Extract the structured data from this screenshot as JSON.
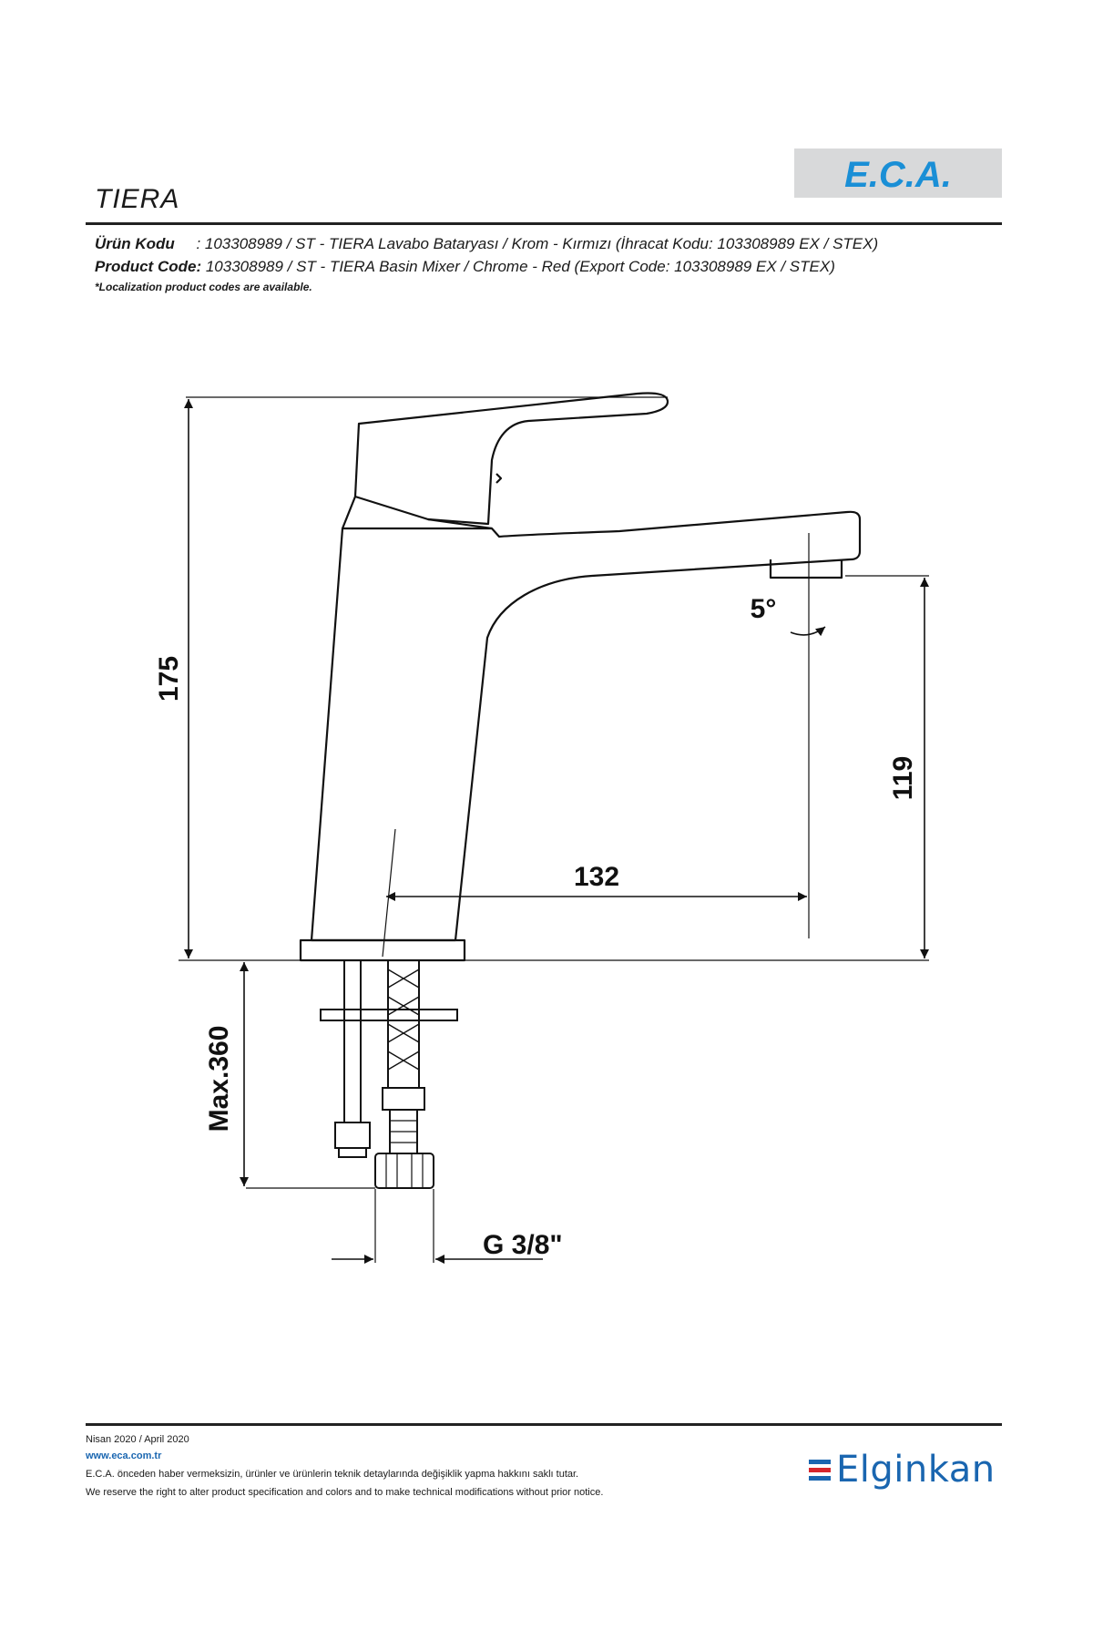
{
  "header": {
    "title": "TIERA",
    "logo_text": "E.C.A."
  },
  "product": {
    "tr_label": "Ürün Kodu",
    "tr_value": ": 103308989 / ST - TIERA Lavabo Bataryası / Krom - Kırmızı (İhracat Kodu: 103308989 EX / STEX)",
    "en_label": "Product Code:",
    "en_value": "103308989 / ST - TIERA Basin Mixer / Chrome - Red (Export Code: 103308989 EX / STEX)",
    "note": "*Localization product codes are available."
  },
  "drawing": {
    "dim_height": "175",
    "dim_spout_height": "119",
    "dim_reach": "132",
    "angle": "5°",
    "dim_hose": "Max.360",
    "thread": "G 3/8\""
  },
  "footer": {
    "date": "Nisan 2020 / April 2020",
    "url": "www.eca.com.tr",
    "disclaimer_tr": "E.C.A. önceden haber vermeksizin, ürünler ve ürünlerin teknik detaylarında değişiklik yapma hakkını saklı tutar.",
    "disclaimer_en": "We reserve the right to alter product specification and colors and to make technical modifications without prior notice.",
    "brand": "Elginkan"
  },
  "colors": {
    "brand_blue": "#1a66b0",
    "brand_red": "#d6262c",
    "logo_bg": "#d8d9da"
  }
}
